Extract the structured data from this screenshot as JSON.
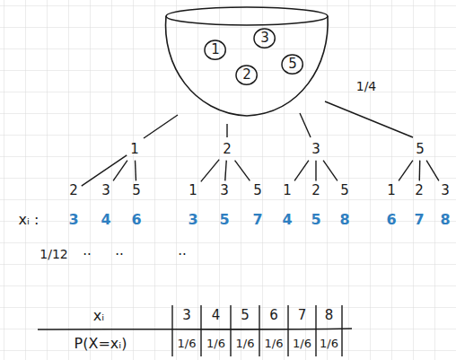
{
  "diagram": {
    "nodes": [
      {
        "text": [
          "1"
        ]
      },
      {
        "text": [
          "3"
        ]
      },
      {
        "text": [
          "2"
        ]
      },
      {
        "text": [
          "5"
        ]
      },
      {
        "text": [
          "1"
        ]
      },
      {
        "text": [
          "2"
        ]
      },
      {
        "text": [
          "3"
        ]
      },
      {
        "text": [
          "5"
        ]
      },
      {
        "text": [
          "2"
        ]
      },
      {
        "text": [
          "3"
        ]
      },
      {
        "text": [
          "5"
        ]
      },
      {
        "text": [
          "1"
        ]
      },
      {
        "text": [
          "3"
        ]
      },
      {
        "text": [
          "5"
        ]
      },
      {
        "text": [
          "1"
        ]
      },
      {
        "text": [
          "2"
        ]
      },
      {
        "text": [
          "5"
        ]
      },
      {
        "text": [
          "1"
        ]
      },
      {
        "text": [
          "2"
        ]
      },
      {
        "text": [
          "3"
        ]
      }
    ],
    "edges": [
      {
        "from": 4,
        "to": 8,
        "arrow": "none"
      },
      {
        "from": 4,
        "to": 9,
        "arrow": "none"
      },
      {
        "from": 4,
        "to": 10,
        "arrow": "none"
      },
      {
        "from": 5,
        "to": 11,
        "arrow": "none"
      },
      {
        "from": 5,
        "to": 12,
        "arrow": "none"
      },
      {
        "from": 5,
        "to": 13,
        "arrow": "none"
      },
      {
        "from": 6,
        "to": 14,
        "arrow": "none"
      },
      {
        "from": 6,
        "to": 15,
        "arrow": "none"
      },
      {
        "from": 6,
        "to": 16,
        "arrow": "none"
      },
      {
        "from": 7,
        "to": 17,
        "arrow": "none"
      },
      {
        "from": 7,
        "to": 18,
        "arrow": "none"
      },
      {
        "from": 7,
        "to": 19,
        "arrow": "none"
      }
    ],
    "labels": [
      "1/4",
      "xᵢ :",
      "3",
      "4",
      "6",
      "3",
      "5",
      "7",
      "4",
      "5",
      "8",
      "6",
      "7",
      "8",
      "1/12",
      "..",
      "..",
      "..",
      "xᵢ",
      "3",
      "4",
      "5",
      "6",
      "7",
      "8",
      "P(X=xᵢ)",
      "1/6",
      "1/6",
      "1/6",
      "1/6",
      "1/6",
      "1/6"
    ]
  }
}
